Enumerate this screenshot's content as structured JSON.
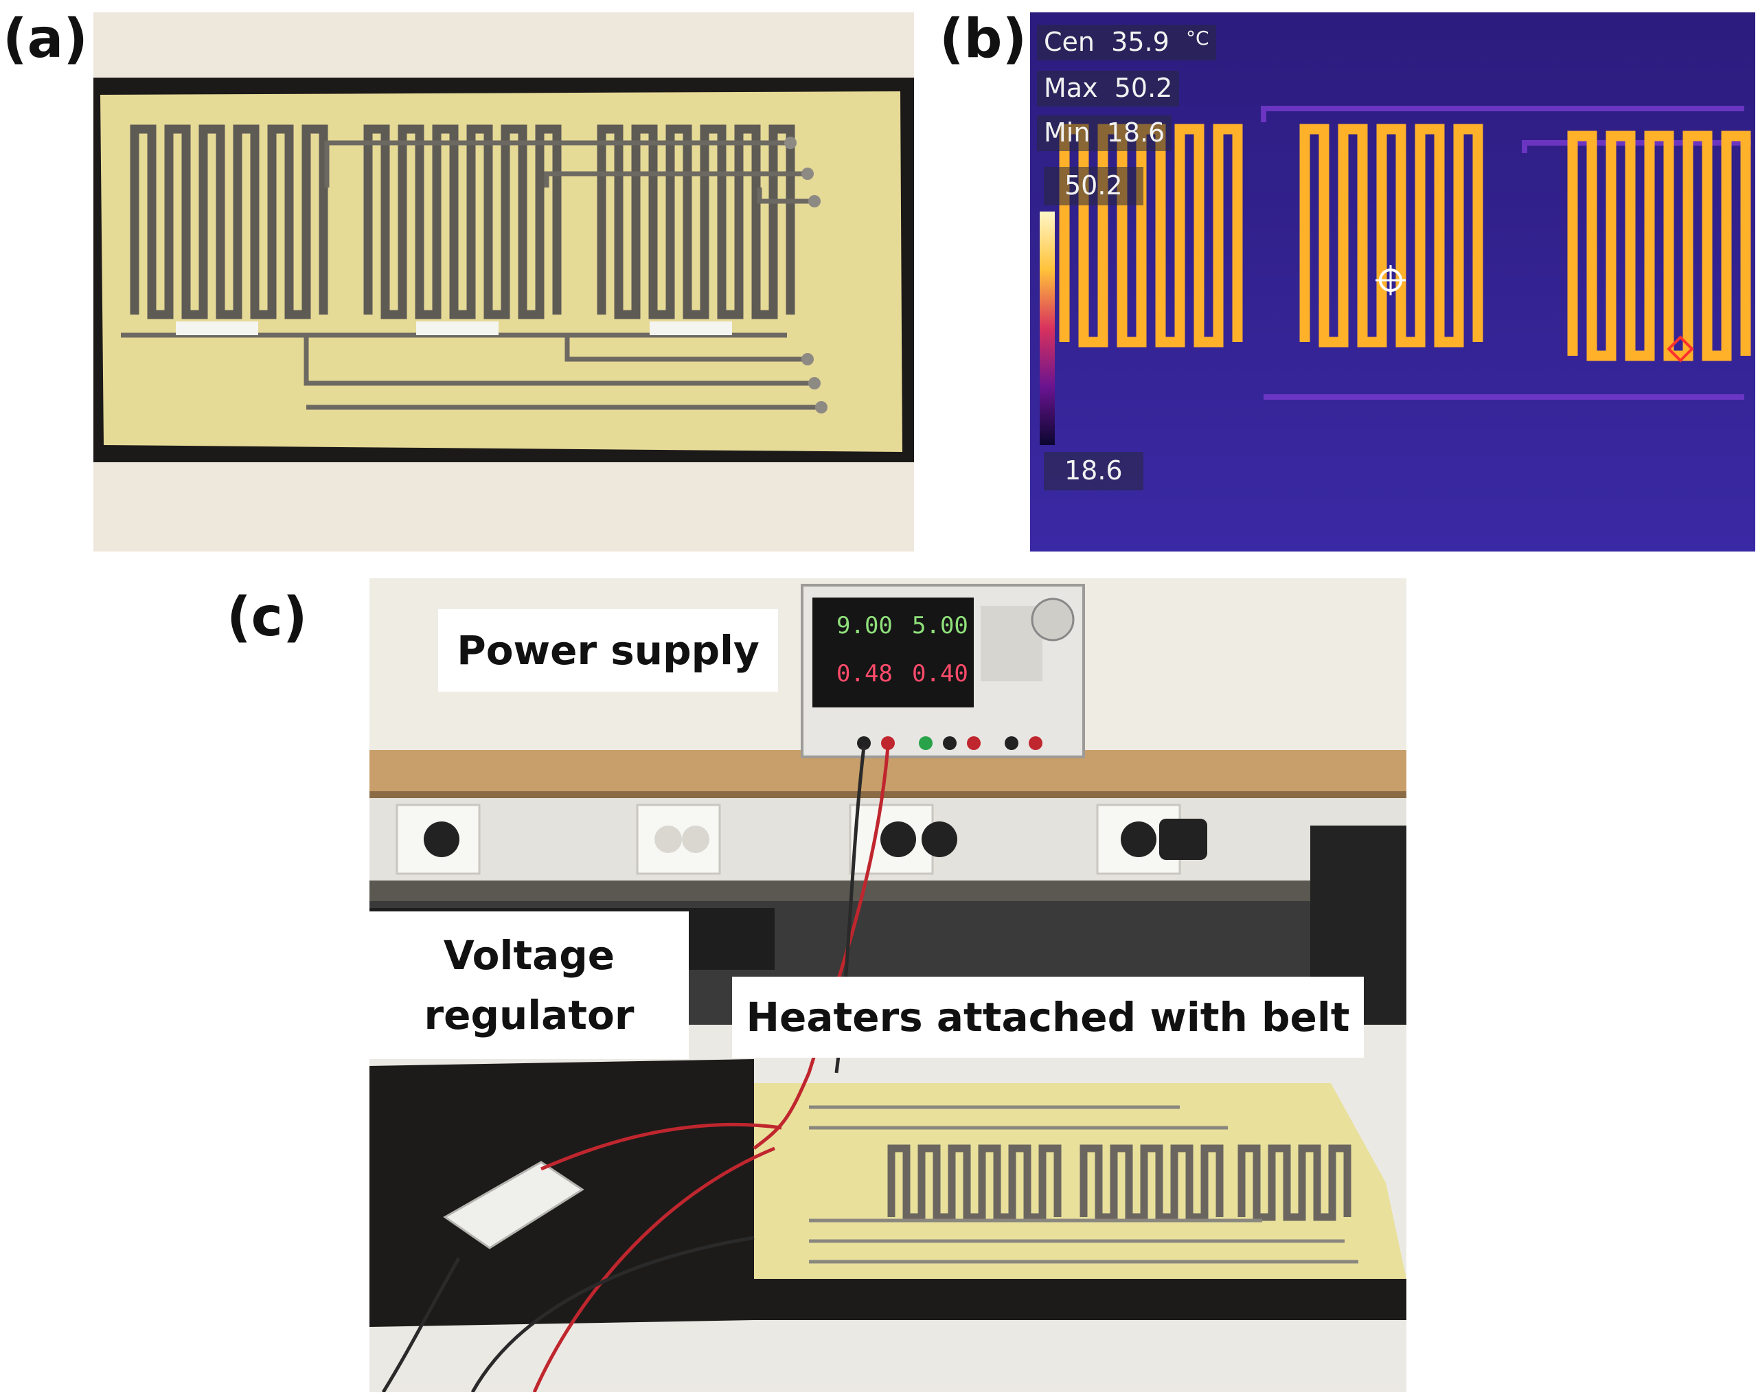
{
  "panels": {
    "a": {
      "label": "(a)"
    },
    "b": {
      "label": "(b)",
      "readout": {
        "cen_label": "Cen",
        "cen_value": "35.9",
        "unit": "°C",
        "max_label": "Max",
        "max_value": "50.2",
        "min_label": "Min",
        "min_value": "18.6"
      },
      "scale": {
        "top": "50.2",
        "bottom": "18.6"
      }
    },
    "c": {
      "label": "(c)",
      "callouts": {
        "power_supply": "Power supply",
        "voltage_line1": "Voltage",
        "voltage_line2": "regulator",
        "heaters": "Heaters attached with belt"
      },
      "displays": {
        "v1": "9.00",
        "v2": "5.00",
        "a1": "0.48",
        "a2": "0.40"
      }
    }
  },
  "colors": {
    "fabric": "#e8dd9a",
    "trace": "#5a5650",
    "thermal_bg": "#2d1f8c",
    "thermal_hot": "#ffd24a",
    "panel_text": "#111111"
  }
}
